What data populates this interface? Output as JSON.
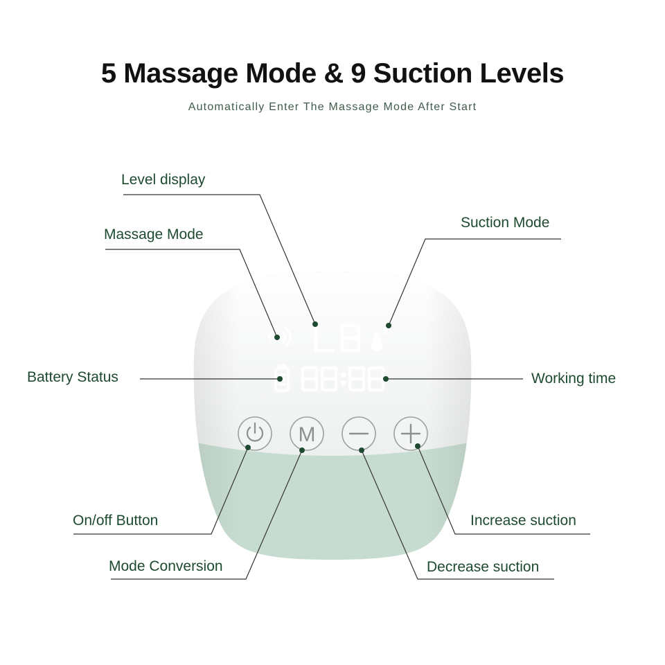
{
  "header": {
    "title": "5 Massage Mode & 9 Suction Levels",
    "subtitle": "Automatically Enter The Massage Mode After Start"
  },
  "callouts": {
    "level_display": "Level display",
    "massage_mode": "Massage Mode",
    "suction_mode": "Suction Mode",
    "battery_status": "Battery Status",
    "working_time": "Working time",
    "onoff_button": "On/off Button",
    "mode_conversion": "Mode Conversion",
    "decrease_suction": "Decrease suction",
    "increase_suction": "Increase suction"
  },
  "device": {
    "display_level": "L8",
    "display_time": "88:88",
    "buttons": [
      {
        "name": "power",
        "icon": "power-icon"
      },
      {
        "name": "mode",
        "glyph": "M",
        "icon": "mode-icon"
      },
      {
        "name": "minus",
        "icon": "minus-icon"
      },
      {
        "name": "plus",
        "icon": "plus-icon"
      }
    ]
  },
  "colors": {
    "label_text": "#1e4a30",
    "device_top": "#f6f7f7",
    "device_bottom": "#c7dcd0",
    "display_glow": "#ffffff"
  }
}
